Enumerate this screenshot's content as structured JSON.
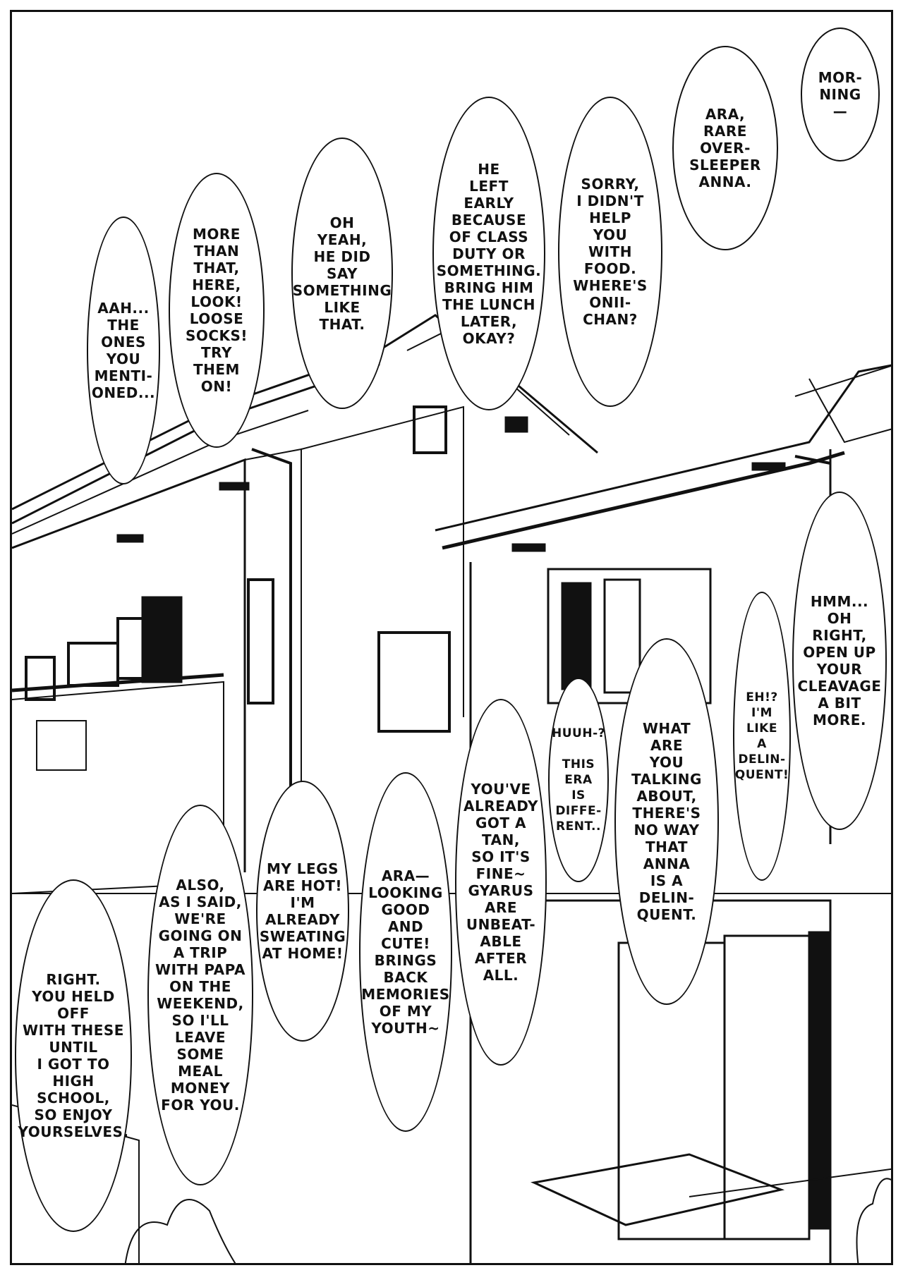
{
  "speech_bubbles": {
    "b1": "MOR-\nNING\n—",
    "b2": "ARA,\nRARE\nOVER-\nSLEEPER\nANNA.",
    "b3": "SORRY,\nI DIDN'T\nHELP\nYOU\nWITH\nFOOD.\nWHERE'S\nONII-\nCHAN?",
    "b4": "HE\nLEFT\nEARLY\nBECAUSE\nOF CLASS\nDUTY OR\nSOMETHING.\nBRING HIM\nTHE LUNCH\nLATER,\nOKAY?",
    "b5": "OH\nYEAH,\nHE DID\nSAY\nSOMETHING\nLIKE\nTHAT.",
    "b6": "MORE\nTHAN\nTHAT,\nHERE,\nLOOK!\nLOOSE\nSOCKS!\nTRY\nTHEM\nON!",
    "b7": "AAH...\nTHE\nONES\nYOU\nMENTI-\nONED...",
    "b8": "HMM...\nOH\nRIGHT,\nOPEN UP\nYOUR\nCLEAVAGE\nA BIT\nMORE.",
    "b9": "EH!?\nI'M\nLIKE\nA\nDELIN-\nQUENT!",
    "b10": "WHAT\nARE\nYOU\nTALKING\nABOUT,\nTHERE'S\nNO WAY\nTHAT\nANNA\nIS A\nDELIN-\nQUENT.",
    "b11": "HUUH-?\n\nTHIS\nERA\nIS\nDIFFE-\nRENT..",
    "b12": "YOU'VE\nALREADY\nGOT A\nTAN,\nSO IT'S\nFINE~\nGYARUS\nARE\nUNBEAT-\nABLE\nAFTER\nALL.",
    "b13": "ARA—\nLOOKING\nGOOD\nAND\nCUTE!\nBRINGS\nBACK\nMEMORIES\nOF MY\nYOUTH~",
    "b14": "MY LEGS\nARE HOT!\nI'M\nALREADY\nSWEATING\nAT HOME!",
    "b15": "ALSO,\nAS I SAID,\nWE'RE\nGOING ON\nA TRIP\nWITH PAPA\nON THE\nWEEKEND,\nSO I'LL\nLEAVE SOME\nMEAL\nMONEY\nFOR YOU.",
    "b16": "RIGHT.\nYOU HELD\nOFF\nWITH THESE\nUNTIL\nI GOT TO\nHIGH SCHOOL,\nSO ENJOY\nYOURSELVES."
  }
}
